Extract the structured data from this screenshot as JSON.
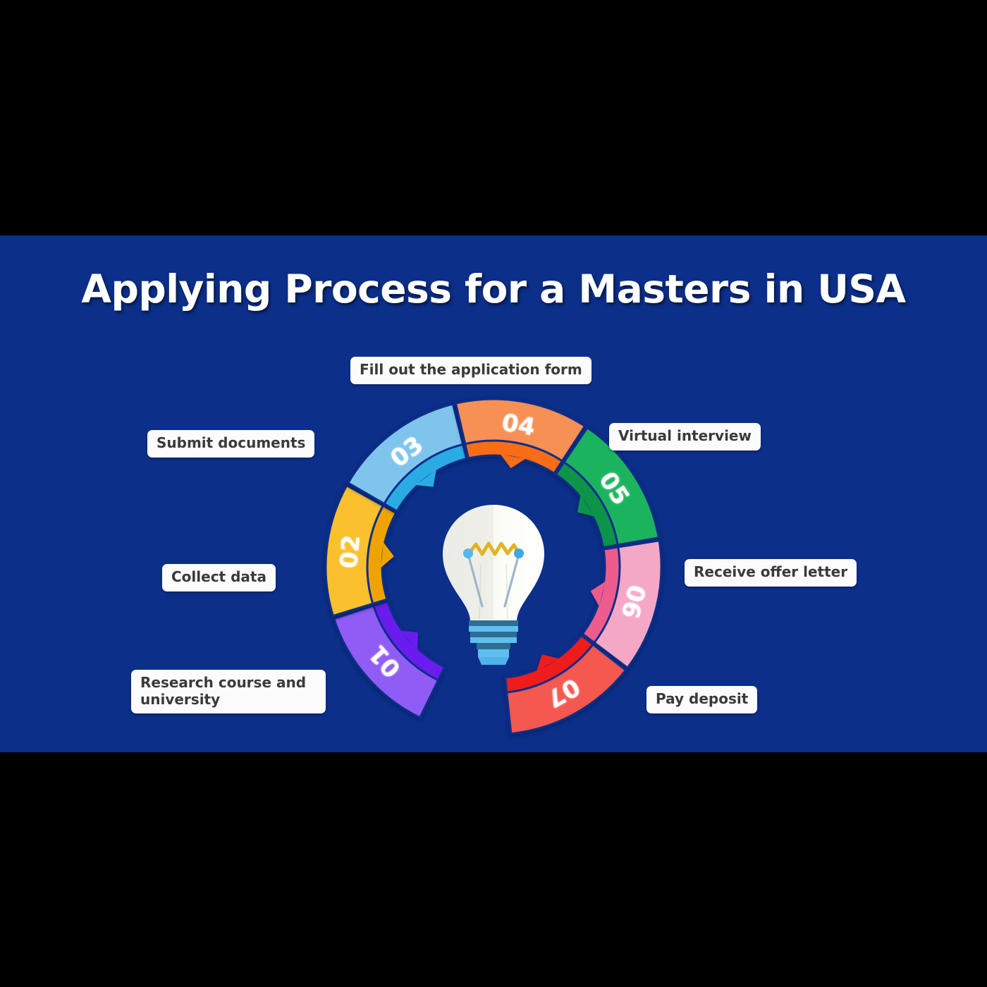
{
  "canvas": {
    "background_color": "#0C2F8A",
    "letterbox_color": "#000000"
  },
  "header": {
    "title": "Applying Process for a Masters in USA",
    "title_color": "#FFFFFF"
  },
  "center": {
    "icon": "lightbulb-icon",
    "glass_color": "#F7F7F2",
    "filament_color": "#E3B226",
    "base_color": "#3F9FD4"
  },
  "chart_data": {
    "type": "pie",
    "title": "Applying Process for a Masters in USA",
    "subtype": "donut-semicircle-process-wheel",
    "legend_position": "outside-radial",
    "segment_count": 7,
    "categories": [
      "Research course and university",
      "Collect data",
      "Submit documents",
      "Fill out the application form",
      "Virtual interview",
      "Receive offer letter",
      "Pay deposit"
    ],
    "values": [
      1,
      1,
      1,
      1,
      1,
      1,
      1
    ]
  },
  "steps": [
    {
      "number": "01",
      "label": "Research course and university",
      "color": "#8F5CF5",
      "shade_color": "#6A1EEF",
      "start_angle": 206,
      "end_angle": 252
    },
    {
      "number": "02",
      "label": "Collect data",
      "color": "#FBC02D",
      "shade_color": "#EFA306",
      "start_angle": 253,
      "end_angle": 299
    },
    {
      "number": "03",
      "label": "Submit documents",
      "color": "#7FC4EC",
      "shade_color": "#2BACE3",
      "start_angle": 300,
      "end_angle": 346
    },
    {
      "number": "04",
      "label": "Fill out the application form",
      "color": "#F79055",
      "shade_color": "#F96D14",
      "start_angle": 347,
      "end_angle": 33
    },
    {
      "number": "05",
      "label": "Virtual interview",
      "color": "#1FB35F",
      "shade_color": "#119448",
      "start_angle": 34,
      "end_angle": 80
    },
    {
      "number": "06",
      "label": "Receive offer letter",
      "color": "#F5A8C6",
      "shade_color": "#EE5C8E",
      "start_angle": 81,
      "end_angle": 127
    },
    {
      "number": "07",
      "label": "Pay deposit",
      "color": "#F4594F",
      "shade_color": "#F01E1E",
      "start_angle": 128,
      "end_angle": 174
    }
  ]
}
